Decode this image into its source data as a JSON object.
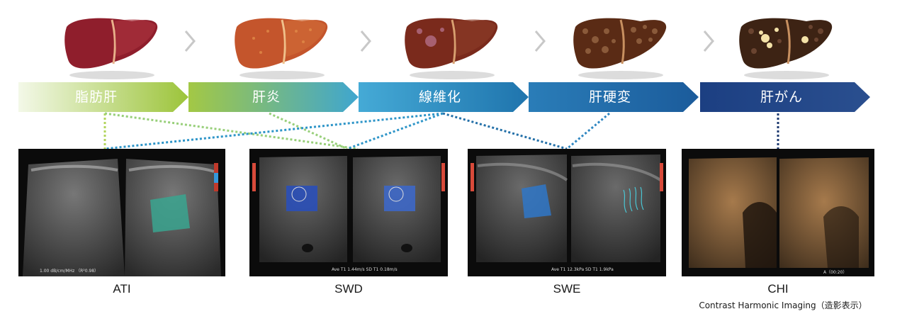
{
  "stages": [
    {
      "id": "fatty-liver",
      "label": "脂肪肝",
      "color_from": "#e3f1c8",
      "color_to": "#9cc43a",
      "liver_color": "#8f1e2c"
    },
    {
      "id": "hepatitis",
      "label": "肝炎",
      "color_from": "#a3c845",
      "color_to": "#3fa3c8",
      "liver_color": "#c4552c"
    },
    {
      "id": "fibrosis",
      "label": "線維化",
      "color_from": "#44a8d3",
      "color_to": "#2277b0",
      "liver_color": "#7a2a1c"
    },
    {
      "id": "cirrhosis",
      "label": "肝硬変",
      "color_from": "#2a7db7",
      "color_to": "#1d5f9f",
      "liver_color": "#5a2b15"
    },
    {
      "id": "liver-cancer",
      "label": "肝がん",
      "color_from": "#1d4f94",
      "color_to": "#2a4f8f",
      "liver_color": "#3d2314"
    }
  ],
  "modalities": [
    {
      "id": "ati",
      "label": "ATI",
      "measure_text": "1.00 dB/cm/MHz （R²0.98）"
    },
    {
      "id": "swd",
      "label": "SWD",
      "measure_text": "Ave T1  1.44m/s   SD T1  0.18m/s"
    },
    {
      "id": "swe",
      "label": "SWE",
      "measure_text": "Ave T1  12.3kPa   SD T1  1.9kPa"
    },
    {
      "id": "chi",
      "label": "CHI",
      "sublabel": "Contrast Harmonic Imaging（造影表示）",
      "measure_text": "A（00:20）"
    }
  ],
  "colors": {
    "line_green": "#98cf7a",
    "line_blue": "#2e86c1",
    "line_navy": "#1d3a70",
    "chevron": "#c8c8c8"
  }
}
